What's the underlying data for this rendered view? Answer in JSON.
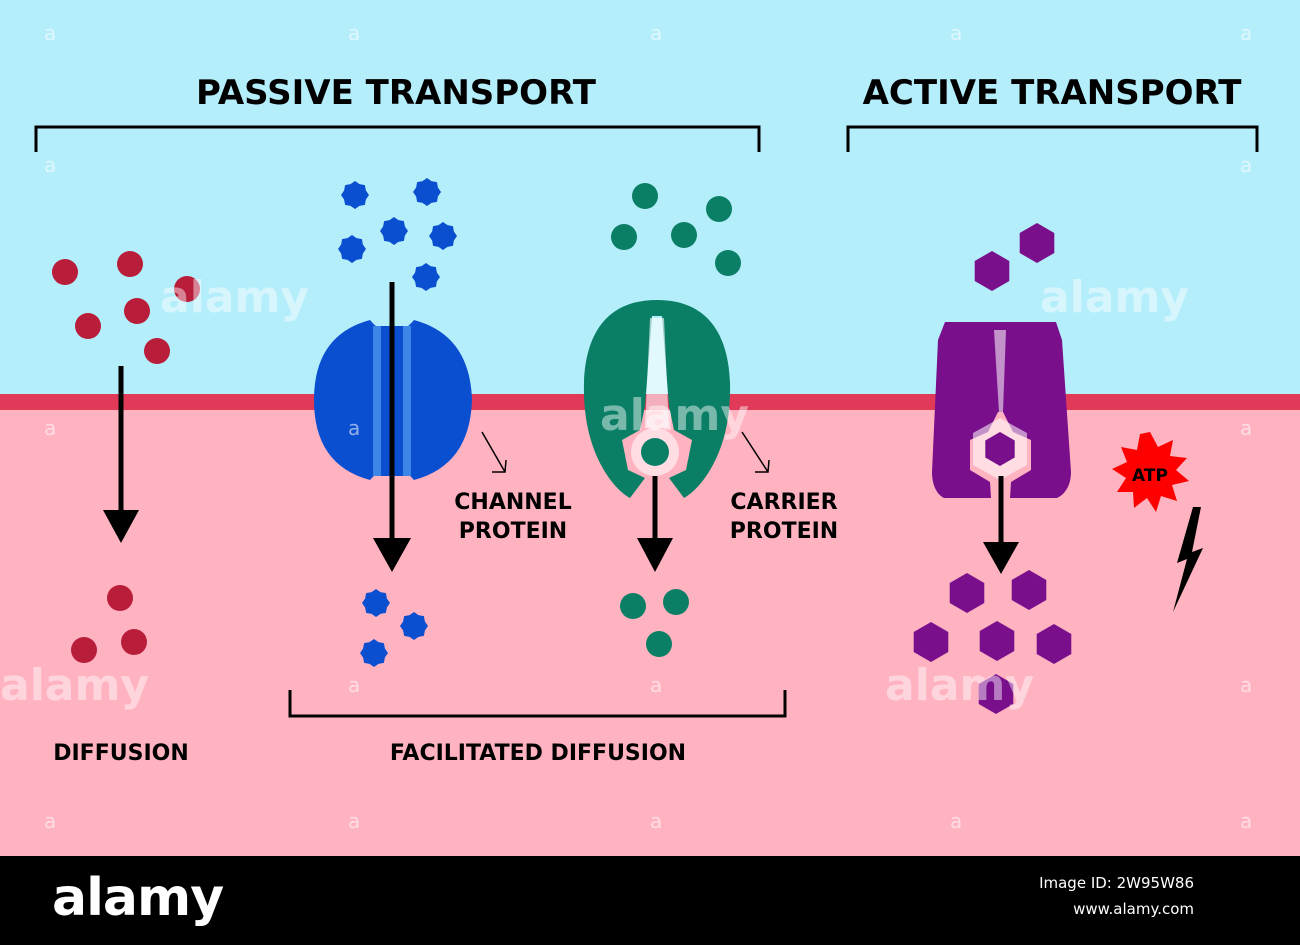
{
  "headings": {
    "passive": "PASSIVE TRANSPORT",
    "active": "ACTIVE TRANSPORT"
  },
  "labels": {
    "diffusion": "DIFFUSION",
    "facilitated": "FACILITATED DIFFUSION",
    "channel_line1": "CHANNEL",
    "channel_line2": "PROTEIN",
    "carrier_line1": "CARRIER",
    "carrier_line2": "PROTEIN",
    "atp": "ATP"
  },
  "watermark": {
    "brand": "alamy",
    "mark": "a"
  },
  "footer": {
    "logo": "alamy",
    "image_id": "Image ID: 2W95W86",
    "site": "www.alamy.com"
  },
  "colors": {
    "extracellular": "#b5eefb",
    "intracellular": "#ffb3c1",
    "membrane": "#e03a58",
    "diffusion_molecule": "#b81d3a",
    "channel_protein": "#0b4fd1",
    "channel_molecule": "#0b4fd1",
    "carrier_protein": "#0a7f66",
    "carrier_molecule": "#0a7f66",
    "active_protein": "#7a0f8c",
    "active_molecule": "#7a0f8c",
    "atp_burst": "#ff0000"
  },
  "icons": [
    "star-molecule-icon",
    "hexagon-molecule-icon",
    "lightning-bolt-icon",
    "atp-burst-icon"
  ]
}
